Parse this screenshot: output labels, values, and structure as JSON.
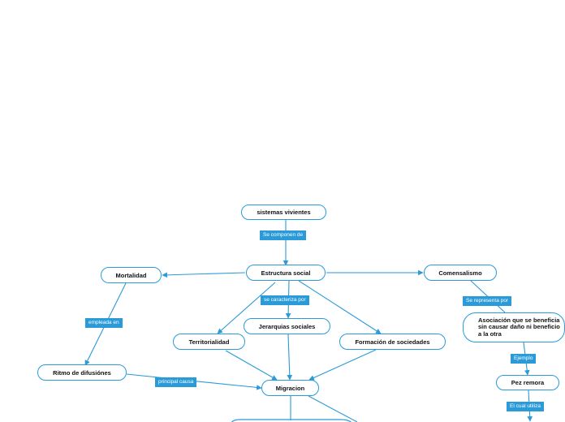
{
  "colors": {
    "accent": "#2a9ad8",
    "node_text": "#111111",
    "tag_text": "#ffffff",
    "background": "#ffffff"
  },
  "nodes": {
    "sistemas": "sistemas vivientes",
    "estructura": "Estructura social",
    "mortalidad": "Mortalidad",
    "comensalismo": "Comensalismo",
    "territorialidad": "Territorialidad",
    "jerarquias": "Jerarquias sociales",
    "formacion": "Formación de sociedades",
    "ritmo": "Ritmo de difusiónes",
    "migracion": "Migracion",
    "asociacion": "Asociación que se beneficia sin causar daño ni beneficio a la otra",
    "pez": "Pez remora"
  },
  "tags": {
    "componen": "Se componen de",
    "caracteriza": "se caracteriza por",
    "empleada": "empleada en",
    "representa": "Se representa por",
    "causa": "principal causa",
    "ejemplo": "Ejemplo",
    "utiliza": "El cual utiliza"
  }
}
